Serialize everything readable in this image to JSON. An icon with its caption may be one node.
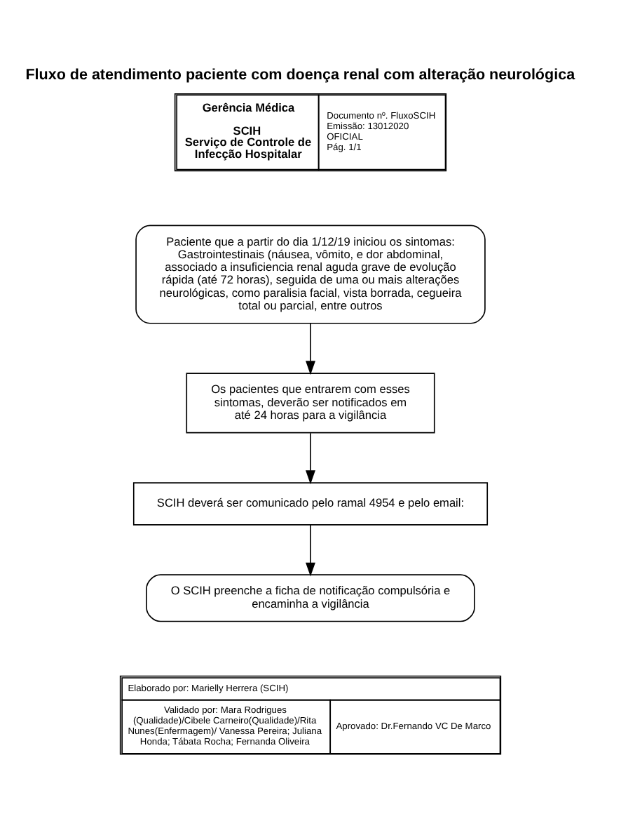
{
  "diagram": {
    "title": "Fluxo de atendimento paciente com doença renal com alteração neurológica",
    "nodes": [
      {
        "text": [
          "Paciente que a partir do dia 1/12/19 iniciou os sintomas: Gastrointestinais (náusea, vômito, e dor abdominal, associado a insuficiencia renal aguda grave de evolução rápida (até 72 horas), seguida de uma ou mais alterações neurológicas, como paralisia facial, vista borrada, cegueira total ou parcial, entre outros"
        ]
      },
      {
        "text": [
          "Os pacientes que entrarem com esses sintomas, deverão ser notificados em até 24 horas para a vigilância"
        ]
      },
      {
        "text": [
          "SCIH deverá ser comunicado pelo ramal 4954 e pelo email:"
        ]
      },
      {
        "text": [
          "O SCIH preenche a ficha de notificação compulsória e encaminha a vigilância"
        ]
      }
    ],
    "edges": [
      {
        "from": 0,
        "to": 1,
        "arrow": "to"
      },
      {
        "from": 1,
        "to": 2,
        "arrow": "to"
      },
      {
        "from": 2,
        "to": 3,
        "arrow": "to"
      }
    ],
    "labels": [
      "Gerência Médica",
      "SCIH",
      "Serviço de Controle de Infecção Hospitalar",
      "Documento nº. FluxoSCIH",
      "Emissão: 13012020",
      "OFICIAL",
      "Pág. 1/1",
      "Elaborado por: Marielly Herrera (SCIH)",
      "Validado por: Mara Rodrigues (Qualidade)/Cibele Carneiro(Qualidade)/Rita Nunes(Enfermagem)/ Vanessa Pereira; Juliana Honda; Tábata Rocha; Fernanda Oliveira",
      "Aprovado: Dr.Fernando VC De Marco"
    ]
  }
}
